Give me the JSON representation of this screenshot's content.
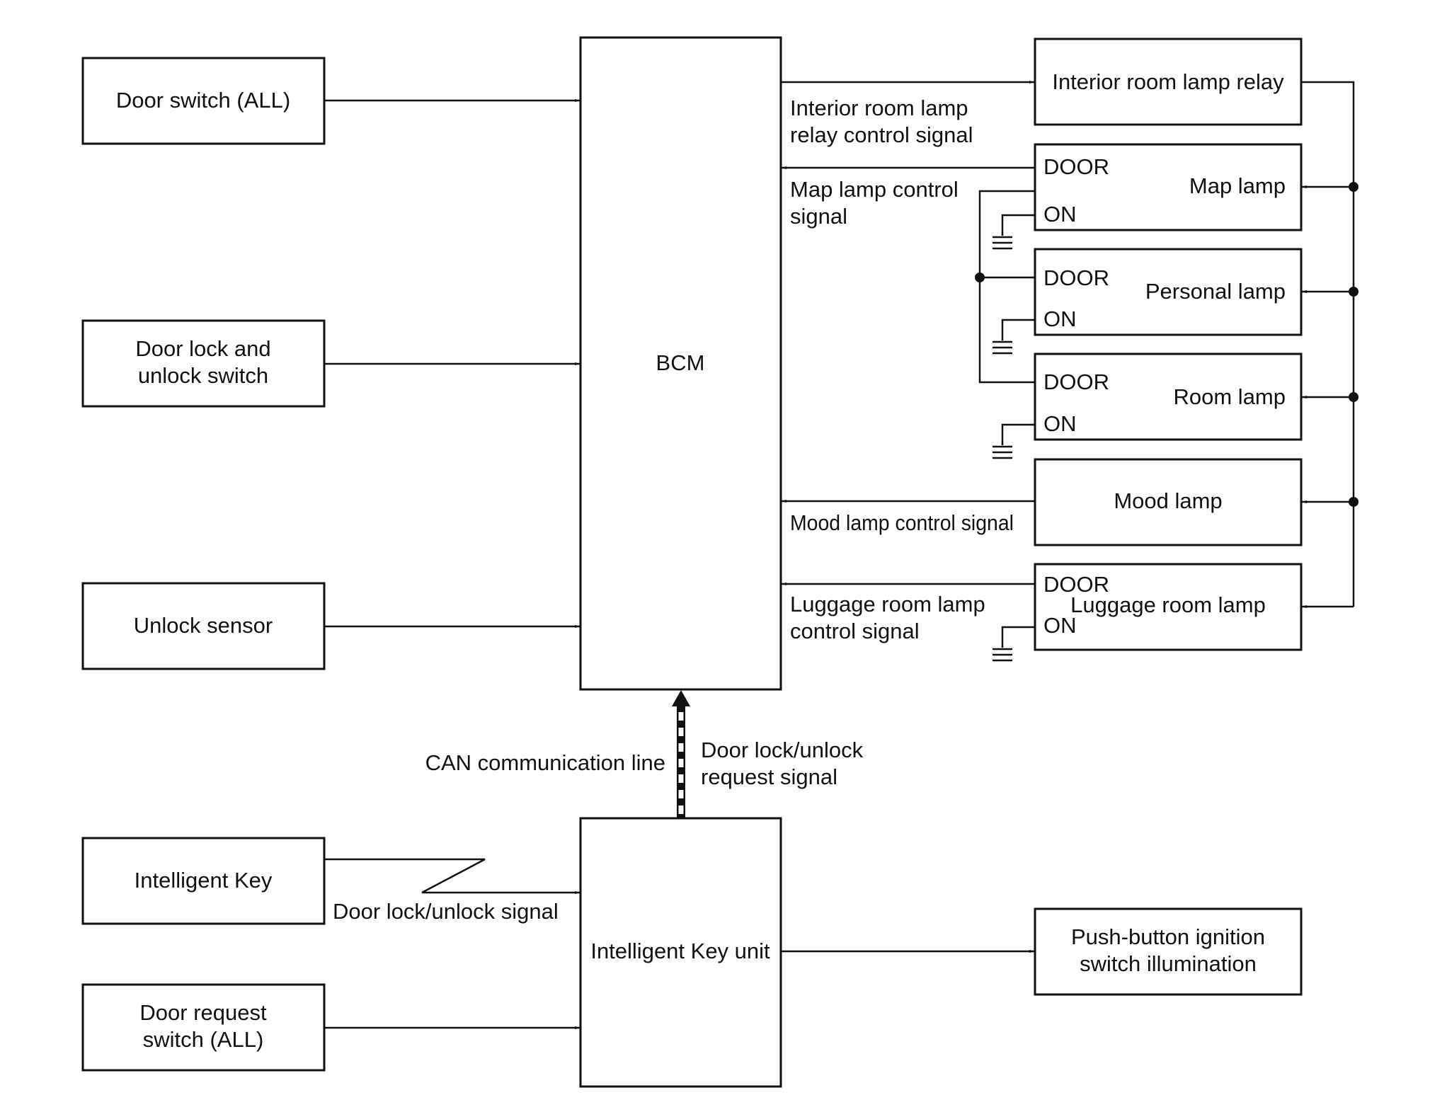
{
  "colors": {
    "line": "#111111",
    "background": "#ffffff"
  },
  "inputs": {
    "door_switch": "Door switch (ALL)",
    "door_lock_switch_line1": "Door lock and",
    "door_lock_switch_line2": "unlock switch",
    "unlock_sensor": "Unlock sensor",
    "intelligent_key": "Intelligent Key",
    "door_request_line1": "Door request",
    "door_request_line2": "switch (ALL)"
  },
  "bcm": {
    "label": "BCM"
  },
  "key_unit": {
    "label": "Intelligent Key unit"
  },
  "outputs": {
    "interior_relay": "Interior room lamp relay",
    "map_lamp": "Map lamp",
    "personal_lamp": "Personal lamp",
    "room_lamp": "Room lamp",
    "mood_lamp": "Mood lamp",
    "luggage_lamp": "Luggage room lamp",
    "push_button_line1": "Push-button ignition",
    "push_button_line2": "switch illumination"
  },
  "switch_positions": {
    "door": "DOOR",
    "on": "ON"
  },
  "signals": {
    "relay_control_line1": "Interior room lamp",
    "relay_control_line2": "relay control signal",
    "map_control_line1": "Map lamp control",
    "map_control_line2": "signal",
    "mood_control": "Mood lamp control signal",
    "luggage_control_line1": "Luggage room lamp",
    "luggage_control_line2": "control signal",
    "can_line": "CAN communication line",
    "lock_request_line1": "Door lock/unlock",
    "lock_request_line2": "request signal",
    "key_signal": "Door lock/unlock signal"
  }
}
